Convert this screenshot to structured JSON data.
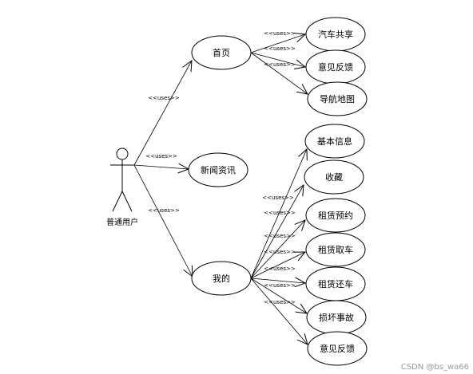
{
  "actor": {
    "label": "普通用户"
  },
  "uses_label": "<<uses>>",
  "cases": {
    "home": "首页",
    "news": "新闻资讯",
    "mine": "我的",
    "car_share": "汽车共享",
    "feedback_home": "意见反馈",
    "nav_map": "导航地图",
    "basic_info": "基本信息",
    "favorite": "收藏",
    "rent_reserve": "租赁预约",
    "rent_pickup": "租赁取车",
    "rent_return": "租赁还车",
    "damage": "损坏事故",
    "feedback_mine": "意见反馈"
  },
  "watermark": "CSDN @bs_wa66"
}
